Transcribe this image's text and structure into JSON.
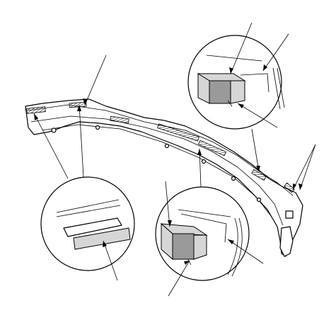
{
  "diagram": {
    "callouts": [
      {
        "name": "leader-top-left-strip"
      },
      {
        "name": "leader-top-right-tab-a"
      },
      {
        "name": "leader-top-right-tab-b"
      },
      {
        "name": "leader-right-clip"
      },
      {
        "name": "leader-right-pair"
      },
      {
        "name": "leader-bottom-left-tape"
      },
      {
        "name": "leader-bottom-center-tab"
      },
      {
        "name": "leader-bottom-center-strip"
      },
      {
        "name": "leader-bottom-right-edge"
      }
    ]
  }
}
